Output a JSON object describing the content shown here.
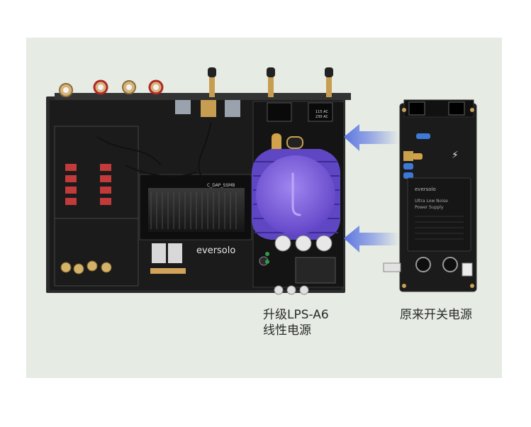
{
  "brand_text": "eversolo",
  "board_texts": {
    "module_brand": "eversolo",
    "module_title_1": "Ultra Low Noise",
    "module_title_2": "Power Supply",
    "power_label_1": "115 AC",
    "power_label_2": "230 AC",
    "chip_label": "C_DAP_SSMB"
  },
  "captions": {
    "upgrade_line1": "升级LPS-A6",
    "upgrade_line2": "线性电源",
    "original": "原来开关电源"
  },
  "colors": {
    "panel_bg": "#e6ebe3",
    "pcb": "#1c1c1c",
    "chassis": "#2a2a2a",
    "heatsink_purple": "#7b5cd6",
    "arrow_blue": "#6f86e6"
  },
  "icons": [
    "rca-connector-icon",
    "antenna-icon",
    "arrow-left-icon",
    "capacitor-icon",
    "heatsink-icon"
  ]
}
